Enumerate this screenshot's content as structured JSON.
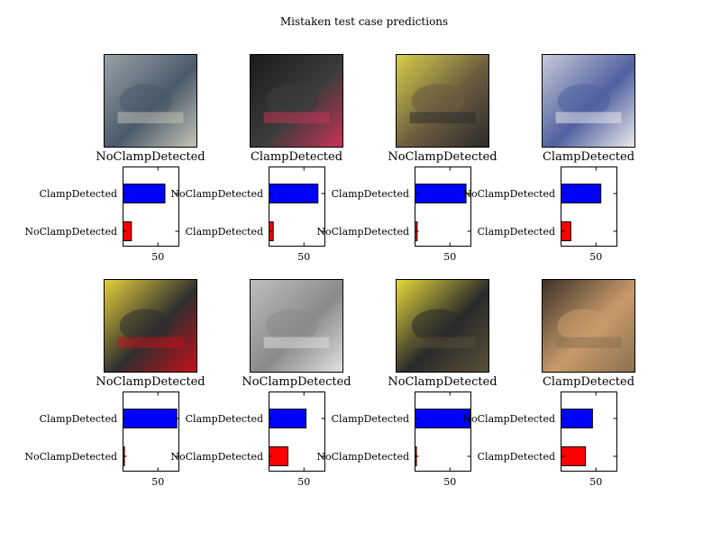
{
  "figure": {
    "title": "Mistaken test case predictions"
  },
  "chart_data": {
    "type": "bar",
    "orientation": "horizontal",
    "title": "Mistaken test case predictions",
    "panels": [
      {
        "caption": "NoClampDetected",
        "photo_icon": "mechanical-assembly-photo",
        "photo_colors": [
          "#9aa3a8",
          "#4a5a6a",
          "#c8c6b8"
        ],
        "categories": [
          "ClampDetected",
          "NoClampDetected"
        ],
        "values": [
          60,
          12
        ],
        "bar_colors": [
          "#0000ff",
          "#ff0000"
        ],
        "xtick": "50",
        "xlim": [
          0,
          80
        ]
      },
      {
        "caption": "ClampDetected",
        "photo_icon": "dark-pipe-photo",
        "photo_colors": [
          "#1a1a1a",
          "#3c3c3c",
          "#cc3355"
        ],
        "categories": [
          "NoClampDetected",
          "ClampDetected"
        ],
        "values": [
          70,
          6
        ],
        "bar_colors": [
          "#0000ff",
          "#ff0000"
        ],
        "xtick": "50",
        "xlim": [
          0,
          80
        ]
      },
      {
        "caption": "NoClampDetected",
        "photo_icon": "yellow-valve-photo",
        "photo_colors": [
          "#d8d04a",
          "#6a5a40",
          "#2a2a2a"
        ],
        "categories": [
          "ClampDetected",
          "NoClampDetected"
        ],
        "values": [
          73,
          3
        ],
        "bar_colors": [
          "#0000ff",
          "#ff0000"
        ],
        "xtick": "50",
        "xlim": [
          0,
          80
        ]
      },
      {
        "caption": "ClampDetected",
        "photo_icon": "white-device-photo",
        "photo_colors": [
          "#c8ccd8",
          "#5060a0",
          "#eeeeee"
        ],
        "categories": [
          "NoClampDetected",
          "ClampDetected"
        ],
        "values": [
          57,
          14
        ],
        "bar_colors": [
          "#0000ff",
          "#ff0000"
        ],
        "xtick": "50",
        "xlim": [
          0,
          80
        ]
      },
      {
        "caption": "NoClampDetected",
        "photo_icon": "yellow-pipe-red-cap-photo",
        "photo_colors": [
          "#e8d23a",
          "#2e2e2e",
          "#c8101a"
        ],
        "categories": [
          "ClampDetected",
          "NoClampDetected"
        ],
        "values": [
          77,
          2
        ],
        "bar_colors": [
          "#0000ff",
          "#ff0000"
        ],
        "xtick": "50",
        "xlim": [
          0,
          80
        ]
      },
      {
        "caption": "NoClampDetected",
        "photo_icon": "metal-plate-photo",
        "photo_colors": [
          "#bfbfbf",
          "#8a8a8a",
          "#e2e2e2"
        ],
        "categories": [
          "ClampDetected",
          "NoClampDetected"
        ],
        "values": [
          53,
          27
        ],
        "bar_colors": [
          "#0000ff",
          "#ff0000"
        ],
        "xtick": "50",
        "xlim": [
          0,
          80
        ]
      },
      {
        "caption": "NoClampDetected",
        "photo_icon": "yellow-junction-photo",
        "photo_colors": [
          "#e8dc3a",
          "#2a2a2a",
          "#5a5038"
        ],
        "categories": [
          "ClampDetected",
          "NoClampDetected"
        ],
        "values": [
          79,
          2
        ],
        "bar_colors": [
          "#0000ff",
          "#ff0000"
        ],
        "xtick": "50",
        "xlim": [
          0,
          80
        ]
      },
      {
        "caption": "ClampDetected",
        "photo_icon": "cable-shed-photo",
        "photo_colors": [
          "#3a3028",
          "#c89a6a",
          "#8a7050"
        ],
        "categories": [
          "NoClampDetected",
          "ClampDetected"
        ],
        "values": [
          45,
          35
        ],
        "bar_colors": [
          "#0000ff",
          "#ff0000"
        ],
        "xtick": "50",
        "xlim": [
          0,
          80
        ]
      }
    ]
  }
}
